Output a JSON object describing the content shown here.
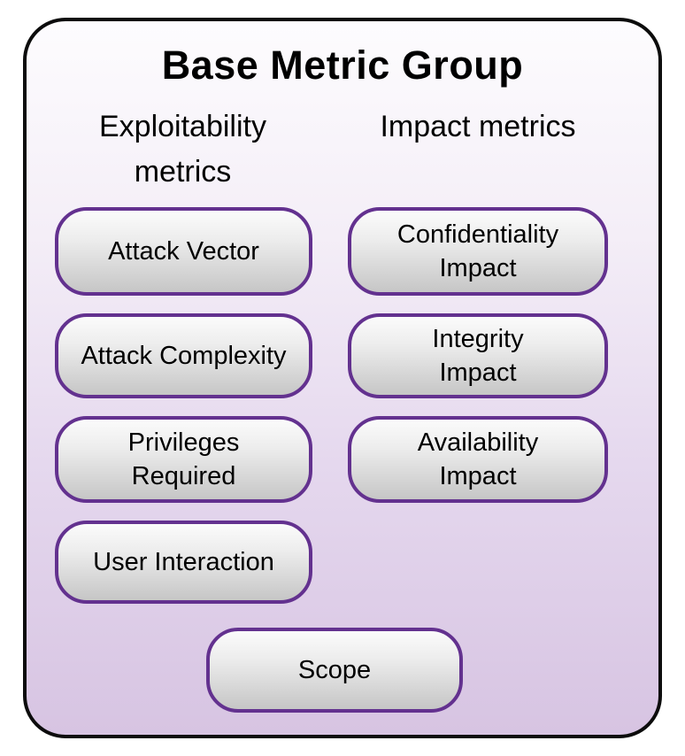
{
  "diagram": {
    "title": "Base Metric Group",
    "exploitability": {
      "header": "Exploitability\nmetrics",
      "items": [
        "Attack Vector",
        "Attack Complexity",
        "Privileges\nRequired",
        "User Interaction"
      ]
    },
    "impact": {
      "header": "Impact metrics",
      "items": [
        "Confidentiality\nImpact",
        "Integrity\nImpact",
        "Availability\nImpact"
      ]
    },
    "scope": "Scope",
    "colors": {
      "frame_border": "#0c0c0c",
      "frame_gradient_top": "#fdfcfe",
      "frame_gradient_bottom": "#d7c4e2",
      "pill_border": "#63318f",
      "pill_gradient_top": "#fbfbfb",
      "pill_gradient_bottom": "#c6c6c6",
      "text": "#000000"
    }
  }
}
